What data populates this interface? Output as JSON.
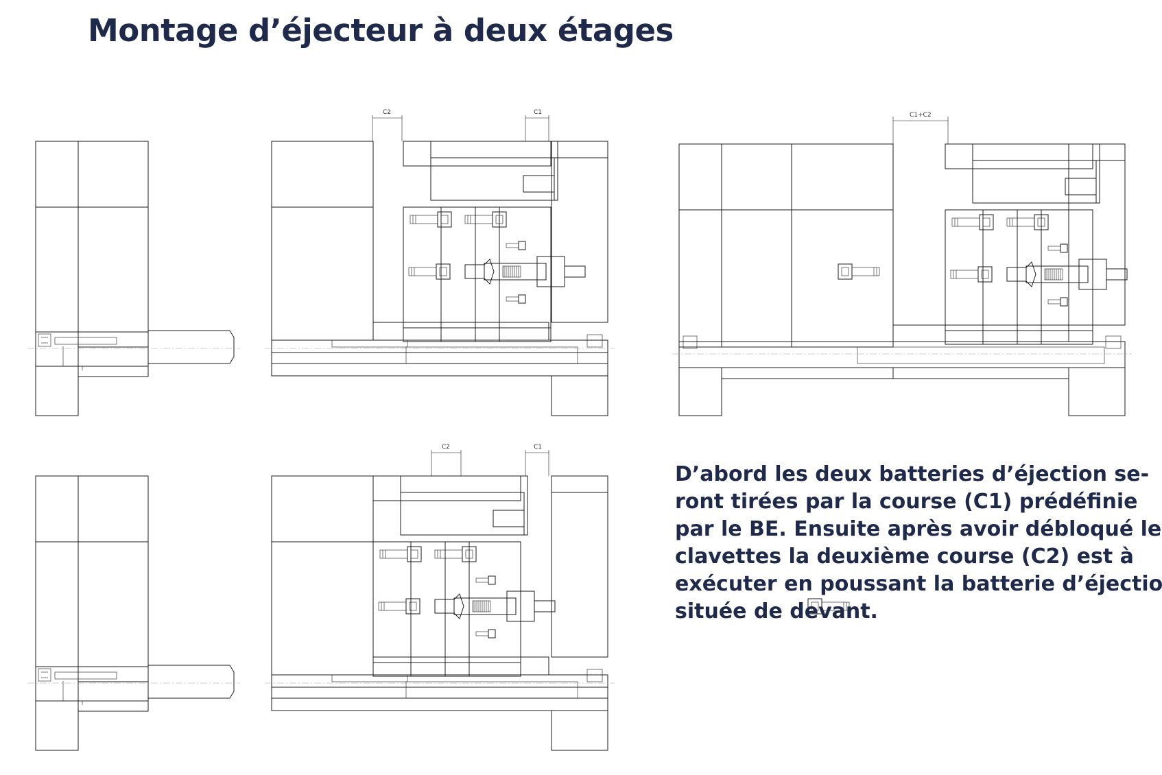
{
  "title": "Montage d’éjecteur à deux étages",
  "description_lines": [
    "D’abord les deux batteries d’éjection se-",
    "ront tirées par la course (C1) prédéfinie",
    "par le BE. Ensuite après avoir débloqué les",
    "clavettes la deuxième course (C2) est à",
    "exécuter en poussant la batterie d’éjection",
    "située de devant."
  ],
  "dimensions": {
    "top_left_c2": "C2",
    "top_left_c1": "C1",
    "top_right_c1c2": "C1+C2",
    "bottom_left_c2": "C2",
    "bottom_left_c1": "C1"
  }
}
